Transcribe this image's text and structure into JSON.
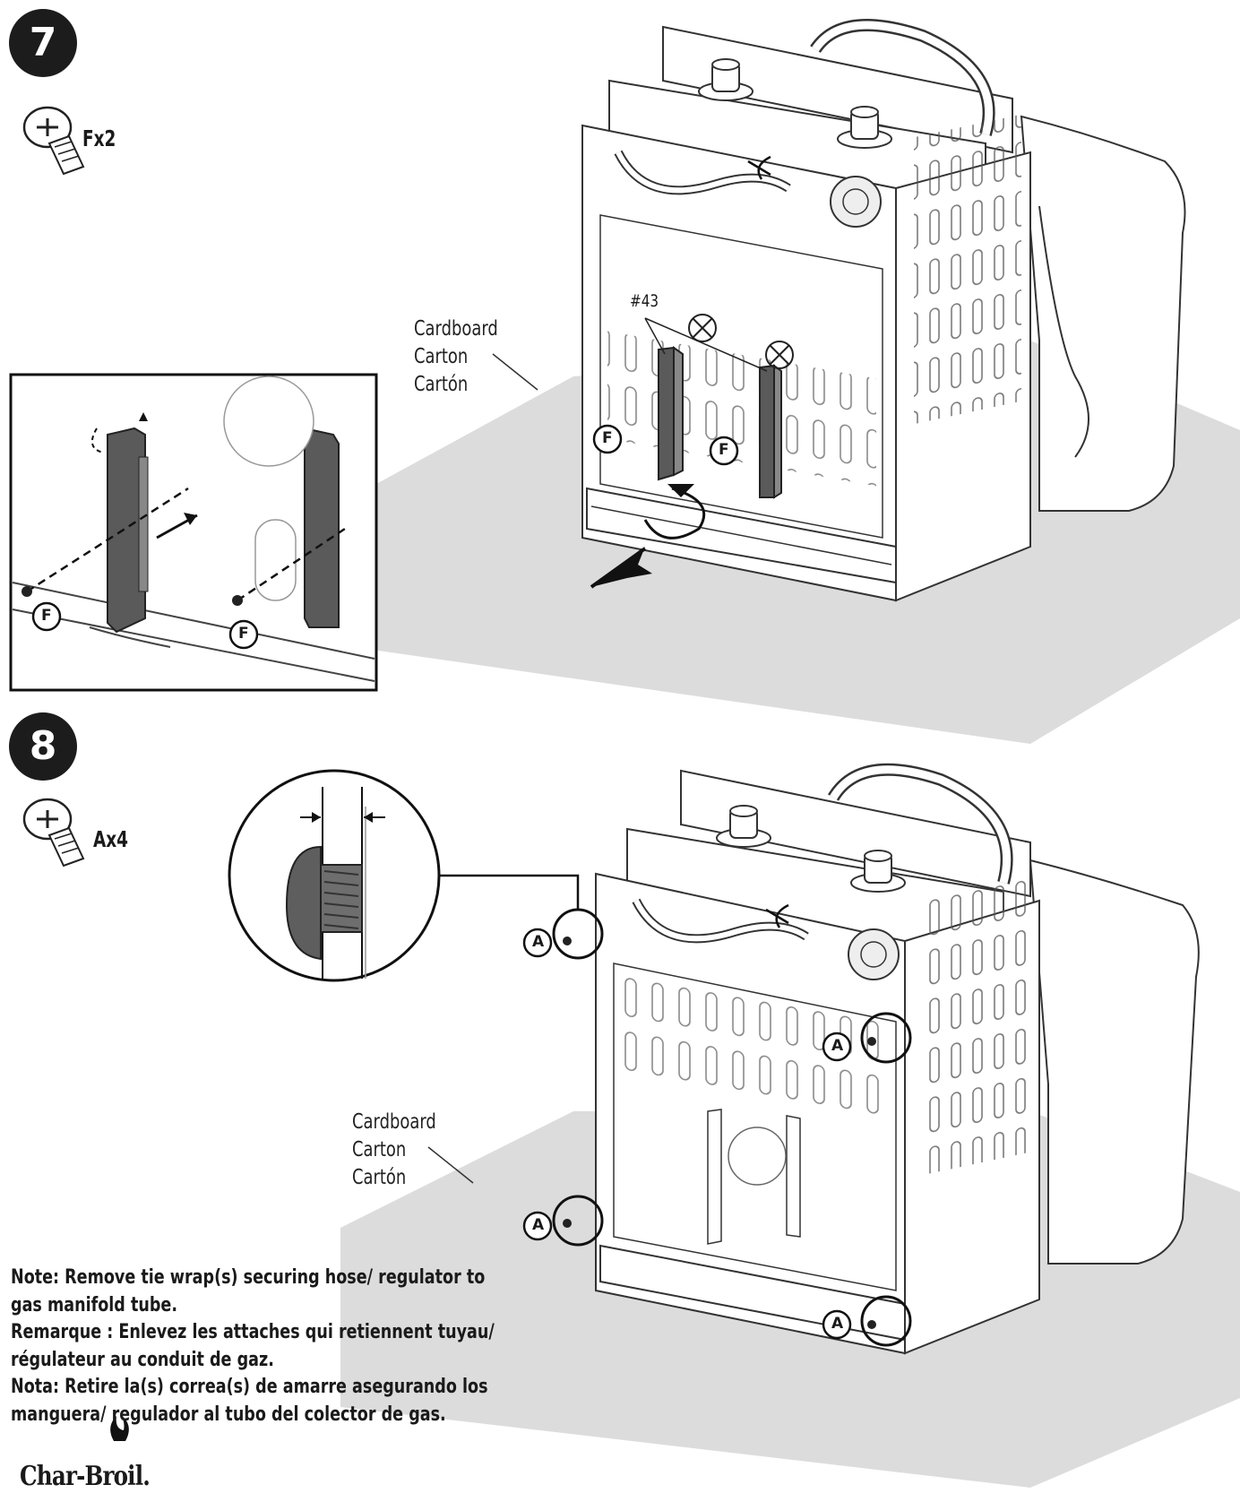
{
  "step7": {
    "number": "7",
    "screw_qty": "Fx2",
    "part_label": "#43",
    "fastener_letter": "F",
    "surface_label": {
      "en": "Cardboard",
      "fr": "Carton",
      "es": "Cartón"
    }
  },
  "step8": {
    "number": "8",
    "screw_qty": "Ax4",
    "fastener_letter": "A",
    "surface_label": {
      "en": "Cardboard",
      "fr": "Carton",
      "es": "Cartón"
    }
  },
  "note": {
    "en_line1": "Note: Remove tie wrap(s) securing hose/ regulator to",
    "en_line2": "gas manifold tube.",
    "fr_line1": "Remarque : Enlevez les attaches qui retiennent tuyau/",
    "fr_line2": "régulateur au conduit de gaz.",
    "es_line1": "Nota: Retire la(s) correa(s) de amarre asegurando los",
    "es_line2": "manguera/ regulador al tubo del colector de gas."
  },
  "brand": {
    "name": "Char-Broil",
    "registered": "."
  }
}
